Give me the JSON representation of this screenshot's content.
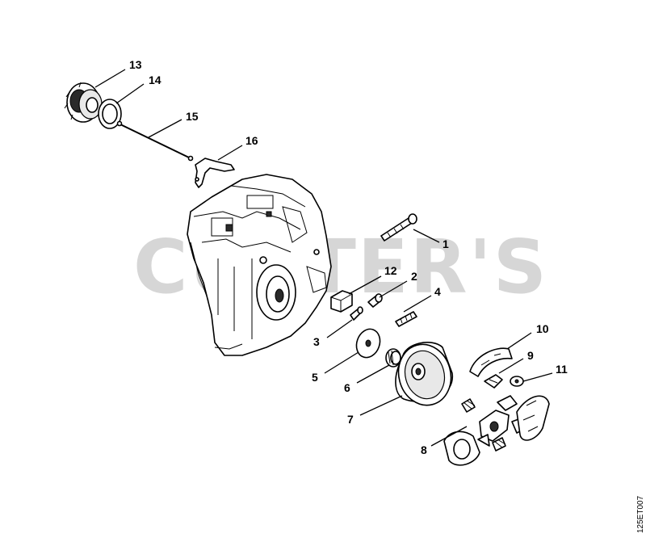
{
  "watermark": "CUTTER'S",
  "drawing_ref": "125ET007",
  "callouts": [
    {
      "key": "1",
      "label": "1"
    },
    {
      "key": "2",
      "label": "2"
    },
    {
      "key": "3",
      "label": "3"
    },
    {
      "key": "4",
      "label": "4"
    },
    {
      "key": "5",
      "label": "5"
    },
    {
      "key": "6",
      "label": "6"
    },
    {
      "key": "7",
      "label": "7"
    },
    {
      "key": "8",
      "label": "8"
    },
    {
      "key": "9",
      "label": "9"
    },
    {
      "key": "10",
      "label": "10"
    },
    {
      "key": "11",
      "label": "11"
    },
    {
      "key": "12",
      "label": "12"
    },
    {
      "key": "13",
      "label": "13"
    },
    {
      "key": "14",
      "label": "14"
    },
    {
      "key": "15",
      "label": "15"
    },
    {
      "key": "16",
      "label": "16"
    }
  ]
}
